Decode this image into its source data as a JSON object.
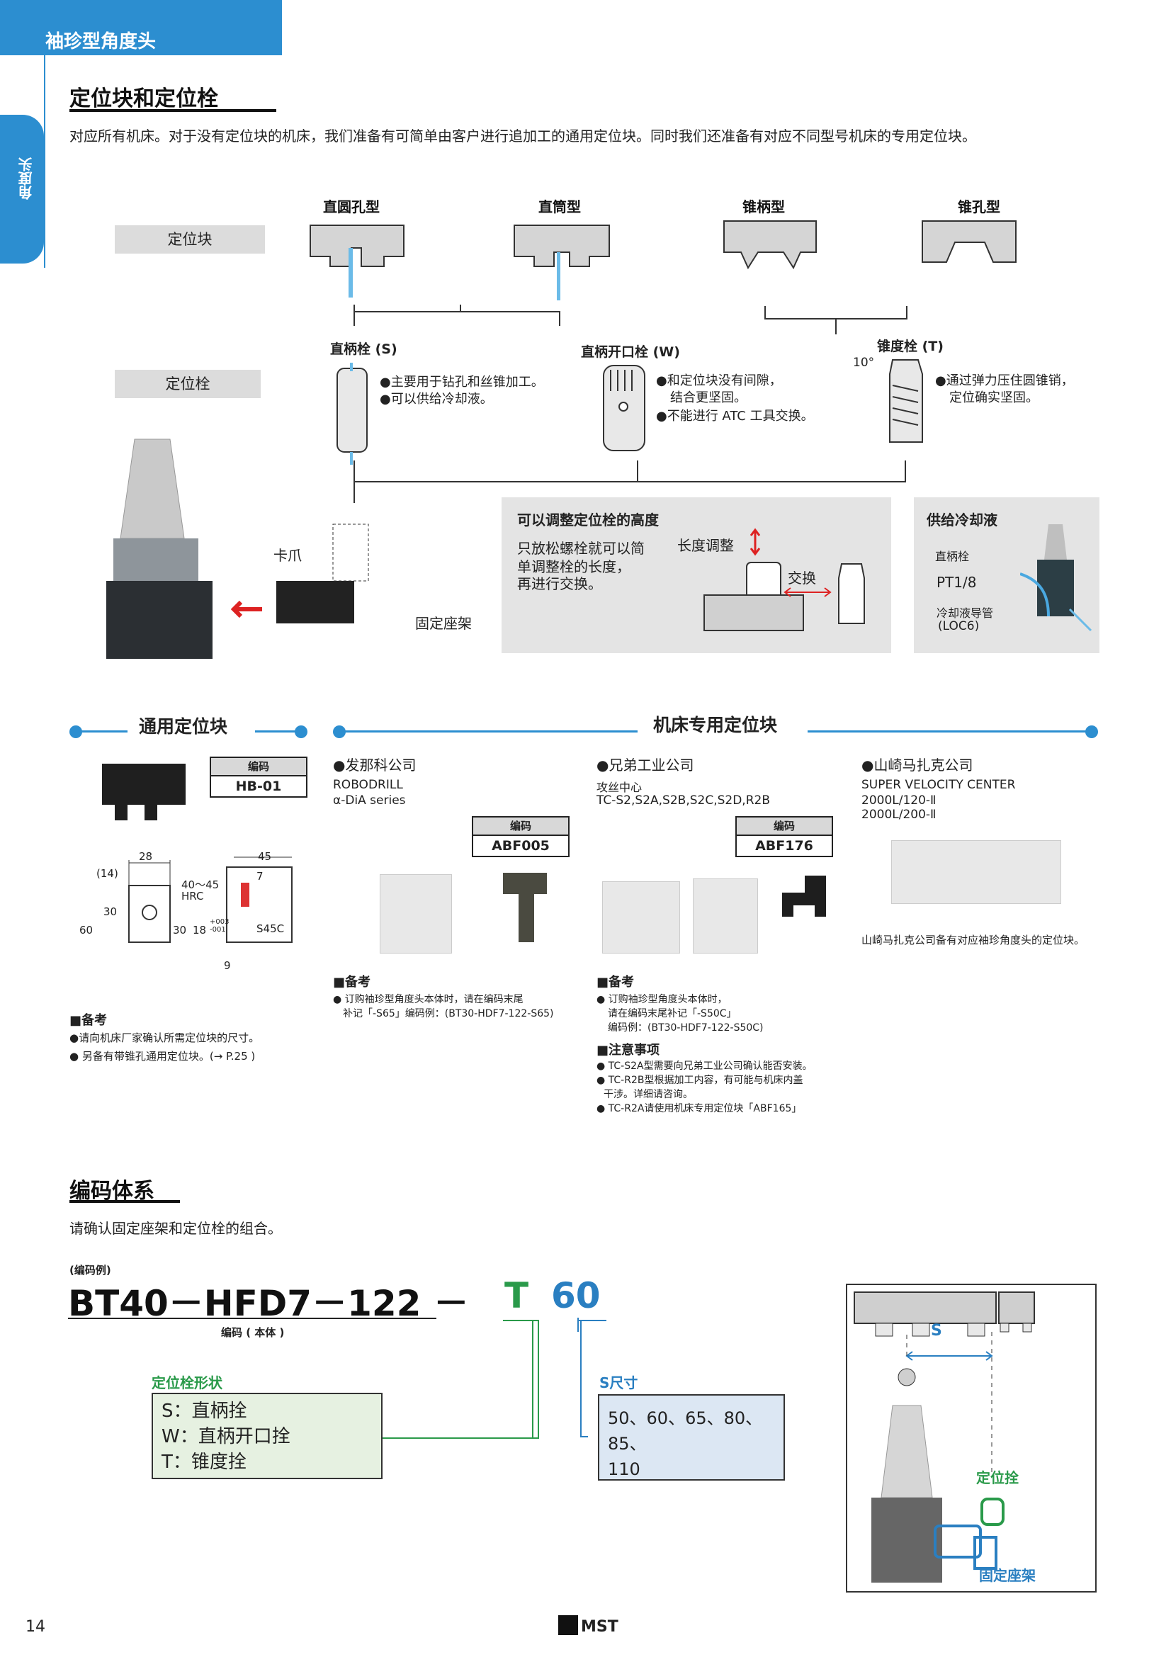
{
  "header": {
    "tab": "袖珍型角度头",
    "side_tab": "角度头"
  },
  "section1": {
    "title": "定位块和定位栓",
    "intro": "对应所有机床。对于没有定位块的机床，我们准备有可简单由客户进行追加工的通用定位块。同时我们还准备有对应不同型号机床的专用定位块。"
  },
  "block_types": [
    "直圆孔型",
    "直筒型",
    "锥柄型",
    "锥孔型"
  ],
  "labels": {
    "block": "定位块",
    "pin": "定位栓",
    "claw": "卡爪",
    "holder": "固定座架",
    "angle": "10°"
  },
  "pins": [
    {
      "name": "直柄栓 (S)",
      "desc1": "●主要用于钻孔和丝锥加工。",
      "desc2": "●可以供给冷却液。"
    },
    {
      "name": "直柄开口栓 (W)",
      "desc1": "●和定位块没有间隙，",
      "desc2": "结合更坚固。",
      "desc3": "●不能进行 ATC 工具交换。"
    },
    {
      "name": "锥度栓 (T)",
      "desc1": "●通过弹力压住圆锥销，",
      "desc2": "定位确实坚固。"
    }
  ],
  "adjust_panel": {
    "title": "可以调整定位栓的高度",
    "text1": "只放松螺栓就可以简",
    "text2": "单调整栓的长度，",
    "text3": "再进行交换。",
    "length_label": "长度调整",
    "swap_label": "交换"
  },
  "coolant_panel": {
    "title": "供给冷却液",
    "pin_label": "直柄栓",
    "pt_label": "PT1/8",
    "tube_label": "冷却液导管",
    "loc_label": "(LOC6)"
  },
  "general_block": {
    "title": "通用定位块",
    "code_head": "编码",
    "code": "HB-01",
    "dims": {
      "d28": "28",
      "d45": "45",
      "d14": "(14)",
      "d40": "40～45",
      "hrc": "HRC",
      "d7": "7",
      "d30a": "30",
      "d60": "60",
      "d30b": "30",
      "d18": "18",
      "tol": "+003\n-001",
      "mat": "S45C",
      "d9": "9"
    },
    "note_title": "■备考",
    "note1": "●请向机床厂家确认所需定位块的尺寸。",
    "note2": "● 另备有带锥孔通用定位块。(→ P.25 )"
  },
  "machine_block": {
    "title": "机床专用定位块",
    "fanuc": {
      "company": "●发那科公司",
      "model1": "ROBODRILL",
      "model2": "α-DiA series",
      "code_head": "编码",
      "code": "ABF005",
      "note_title": "■备考",
      "note1": "● 订购袖珍型角度头本体时，请在编码末尾",
      "note2": "补记「-S65」编码例：(BT30-HDF7-122-S65)"
    },
    "brother": {
      "company": "●兄弟工业公司",
      "model1": "攻丝中心",
      "model2": "TC-S2,S2A,S2B,S2C,S2D,R2B",
      "code_head": "编码",
      "code": "ABF176",
      "note_title": "■备考",
      "note1": "● 订购袖珍型角度头本体时，",
      "note2": "请在编码末尾补记「-S50C」",
      "note3": "编码例：(BT30-HDF7-122-S50C)",
      "caution_title": "■注意事项",
      "c1": "● TC-S2A型需要向兄弟工业公司确认能否安装。",
      "c2": "● TC-R2B型根据加工内容，有可能与机床内盖",
      "c3": "干涉。详细请咨询。",
      "c4": "● TC-R2A请使用机床专用定位块「ABF165」"
    },
    "mazak": {
      "company": "●山崎马扎克公司",
      "model1": "SUPER VELOCITY CENTER",
      "model2": "2000L/120-Ⅱ",
      "model3": "2000L/200-Ⅱ",
      "note": "山崎马扎克公司备有对应袖珍角度头的定位块。"
    }
  },
  "section2": {
    "title": "编码体系",
    "intro": "请确认固定座架和定位栓的组合。",
    "example": "(编码例)",
    "code_main": "BT40－HFD7－122 －",
    "code_t": "T",
    "code_n": "60",
    "body_label": "编码 ( 本体 )",
    "pin_shape_title": "定位栓形状",
    "pin_shapes": [
      "S：直柄拴",
      "W：直柄开口拴",
      "T：锥度拴"
    ],
    "s_title": "S尺寸",
    "s_values1": "50、60、65、80、85、",
    "s_values2": "110",
    "diagram_s": "S",
    "diagram_pin": "定位拴",
    "diagram_holder": "固定座架"
  },
  "footer": {
    "page": "14",
    "logo": "MST"
  },
  "colors": {
    "accent": "#2c8ed0",
    "green": "#2a9a4a",
    "blue": "#2a7fc1"
  }
}
